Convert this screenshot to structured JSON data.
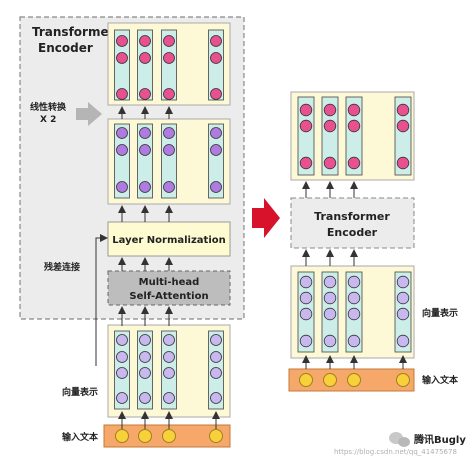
{
  "left": {
    "encoder_title_line1": "Transformer",
    "encoder_title_line2": "Encoder",
    "linear_label_line1": "线性转换",
    "linear_label_line2": "X 2",
    "layer_norm_label": "Layer Normalization",
    "attention_label_line1": "Multi-head",
    "attention_label_line2": "Self-Attention",
    "residual_label": "残差连接",
    "vector_label": "向量表示",
    "input_label": "输入文本"
  },
  "right": {
    "encoder_label_line1": "Transformer",
    "encoder_label_line2": "Encoder",
    "vector_label": "向量表示",
    "input_label": "输入文本"
  },
  "watermark": {
    "url_text": "https://blog.csdn.net/qq_41475678",
    "brand_text": "腾讯Bugly"
  },
  "colors": {
    "top_circle": "#e8508f",
    "middle_circle": "#b07be0",
    "bottom_circle": "#c9b8ef",
    "column_fill": "#cdeee8",
    "panel_fill": "#fdf8d6",
    "input_bar": "#f5a86a",
    "input_circle": "#f7d03a",
    "arrow_red": "#d9122b"
  },
  "icons": [
    "arrow-right-icon",
    "gray-arrow-icon",
    "wechat-logo-icon"
  ]
}
